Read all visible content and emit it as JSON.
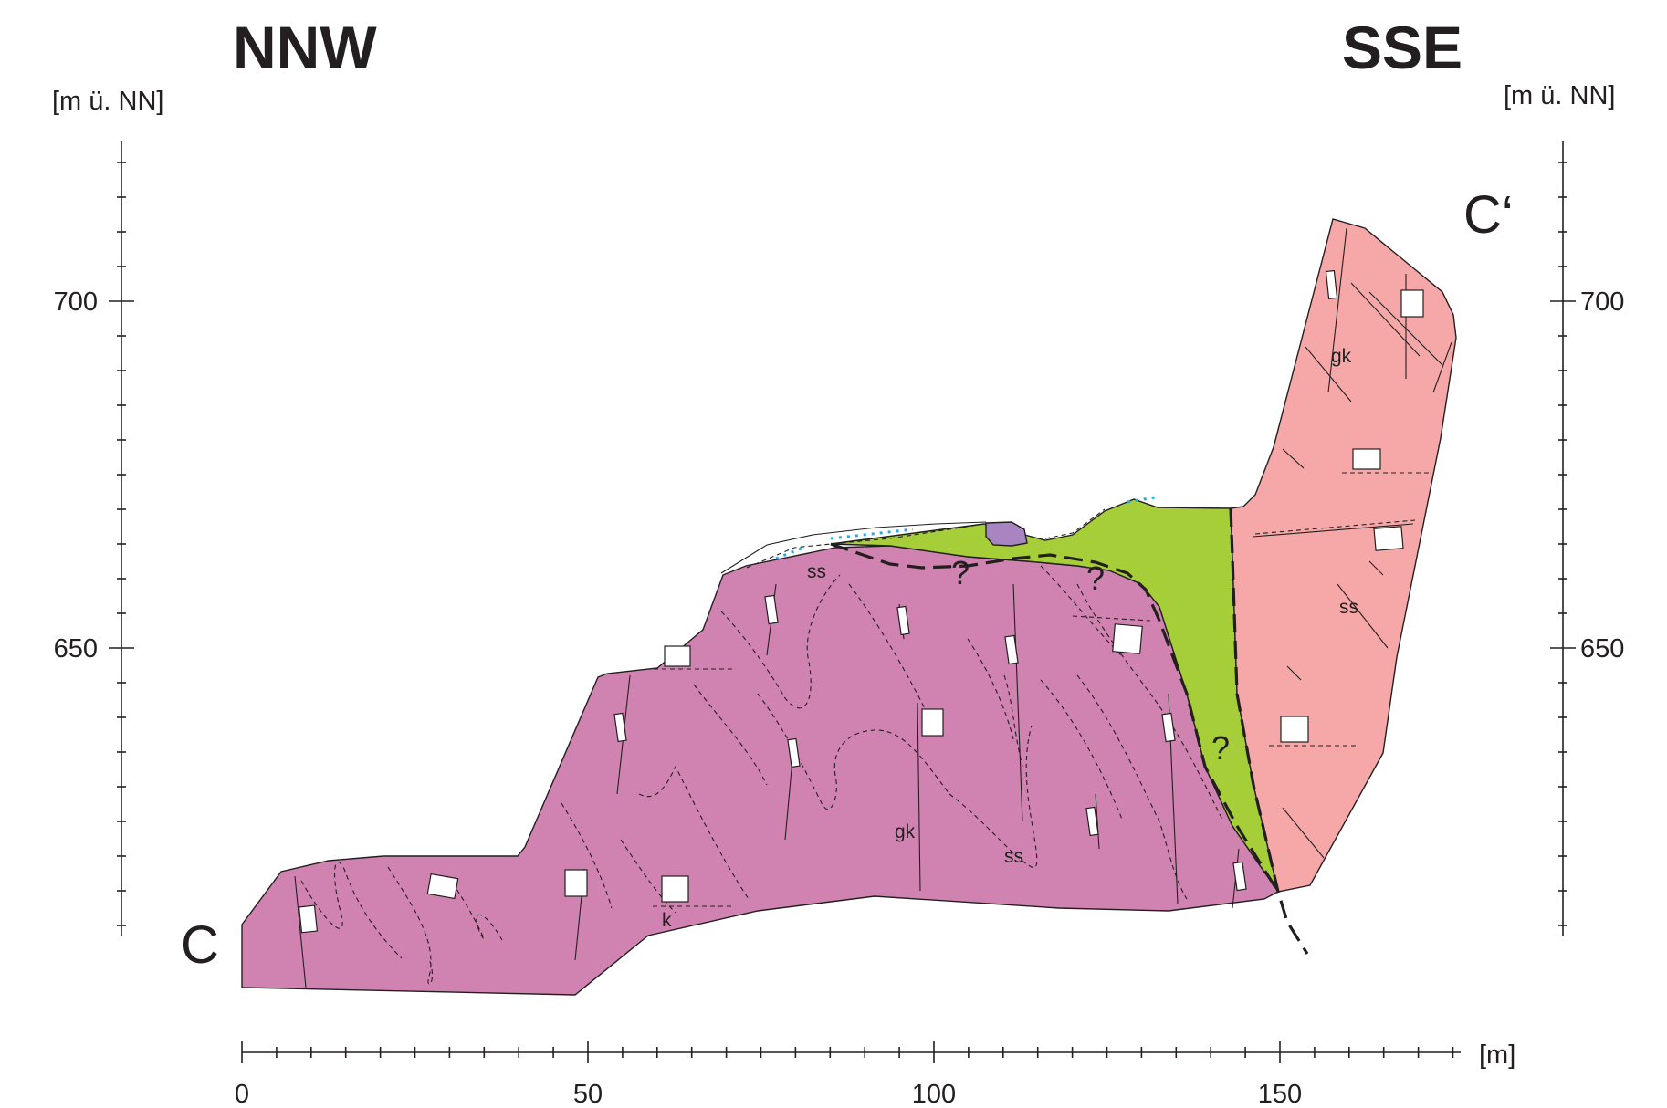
{
  "headings": {
    "left_direction": "NNW",
    "right_direction": "SSE"
  },
  "axes": {
    "left_unit": "[m ü. NN]",
    "right_unit": "[m ü. NN]",
    "x_unit": "[m]",
    "elevation_ticks": [
      {
        "value": 700,
        "label": "700"
      },
      {
        "value": 650,
        "label": "650"
      }
    ],
    "distance_ticks": [
      {
        "value": 0,
        "label": "0"
      },
      {
        "value": 50,
        "label": "50"
      },
      {
        "value": 100,
        "label": "100"
      },
      {
        "value": 150,
        "label": "150"
      }
    ]
  },
  "section_ends": {
    "start": "C",
    "end": "C‘"
  },
  "unit_labels": {
    "ss_top": "ss",
    "ss_middle": "ss",
    "ss_right": "ss",
    "gk_middle": "gk",
    "gk_right": "gk",
    "k_left": "k"
  },
  "uncertain_marks": {
    "q1": "?",
    "q2": "?",
    "q3": "?"
  },
  "colors": {
    "unit_magenta": "#d083b0",
    "unit_green": "#a6ce39",
    "unit_pink": "#f6a8a8",
    "unit_violet": "#a885c0",
    "water_blue": "#2aa9e0",
    "ink": "#231f20"
  }
}
